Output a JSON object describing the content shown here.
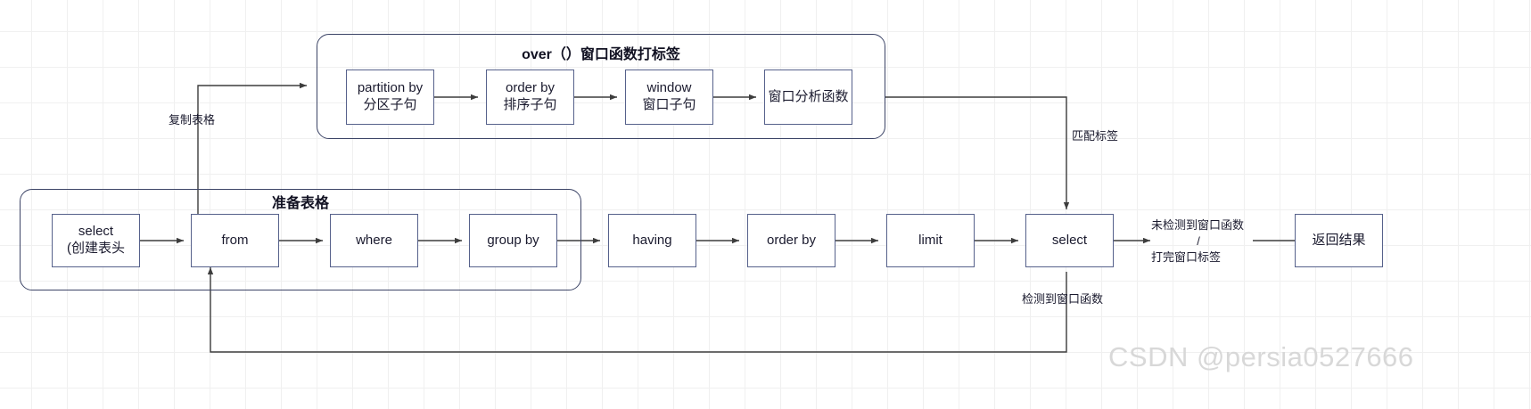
{
  "diagram": {
    "title_groups": [
      {
        "id": "over-group",
        "label": "over（）窗口函数打标签"
      },
      {
        "id": "prepare-group",
        "label": "准备表格"
      }
    ],
    "nodes": [
      {
        "id": "partition-by",
        "line1": "partition by",
        "line2": "分区子句"
      },
      {
        "id": "order-by-clause",
        "line1": "order by",
        "line2": "排序子句"
      },
      {
        "id": "window-clause",
        "line1": "window",
        "line2": "窗口子句"
      },
      {
        "id": "window-analysis-fn",
        "line1": "窗口分析函数",
        "line2": ""
      },
      {
        "id": "select-create-header",
        "line1": "select",
        "line2": "(创建表头"
      },
      {
        "id": "from",
        "line1": "from",
        "line2": ""
      },
      {
        "id": "where",
        "line1": "where",
        "line2": ""
      },
      {
        "id": "group-by",
        "line1": "group by",
        "line2": ""
      },
      {
        "id": "having",
        "line1": "having",
        "line2": ""
      },
      {
        "id": "order-by",
        "line1": "order by",
        "line2": ""
      },
      {
        "id": "limit",
        "line1": "limit",
        "line2": ""
      },
      {
        "id": "select-final",
        "line1": "select",
        "line2": ""
      },
      {
        "id": "return-result",
        "line1": "返回结果",
        "line2": ""
      }
    ],
    "edge_labels": [
      {
        "id": "copy-table",
        "text": "复制表格"
      },
      {
        "id": "match-tag",
        "text": "匹配标签"
      },
      {
        "id": "no-window-fn-line1",
        "text": "未检测到窗口函数"
      },
      {
        "id": "no-window-fn-slash",
        "text": "/"
      },
      {
        "id": "no-window-fn-line2",
        "text": "打完窗口标签"
      },
      {
        "id": "window-fn-detected",
        "text": "检测到窗口函数"
      }
    ],
    "watermark": "CSDN @persia0527666",
    "colors": {
      "node_border": "#56618b",
      "group_border": "#3c4466",
      "arrow": "#3d3d3d",
      "grid": "#f0f0f0",
      "text": "#1a1a2e",
      "watermark": "#d8d8d8"
    }
  }
}
